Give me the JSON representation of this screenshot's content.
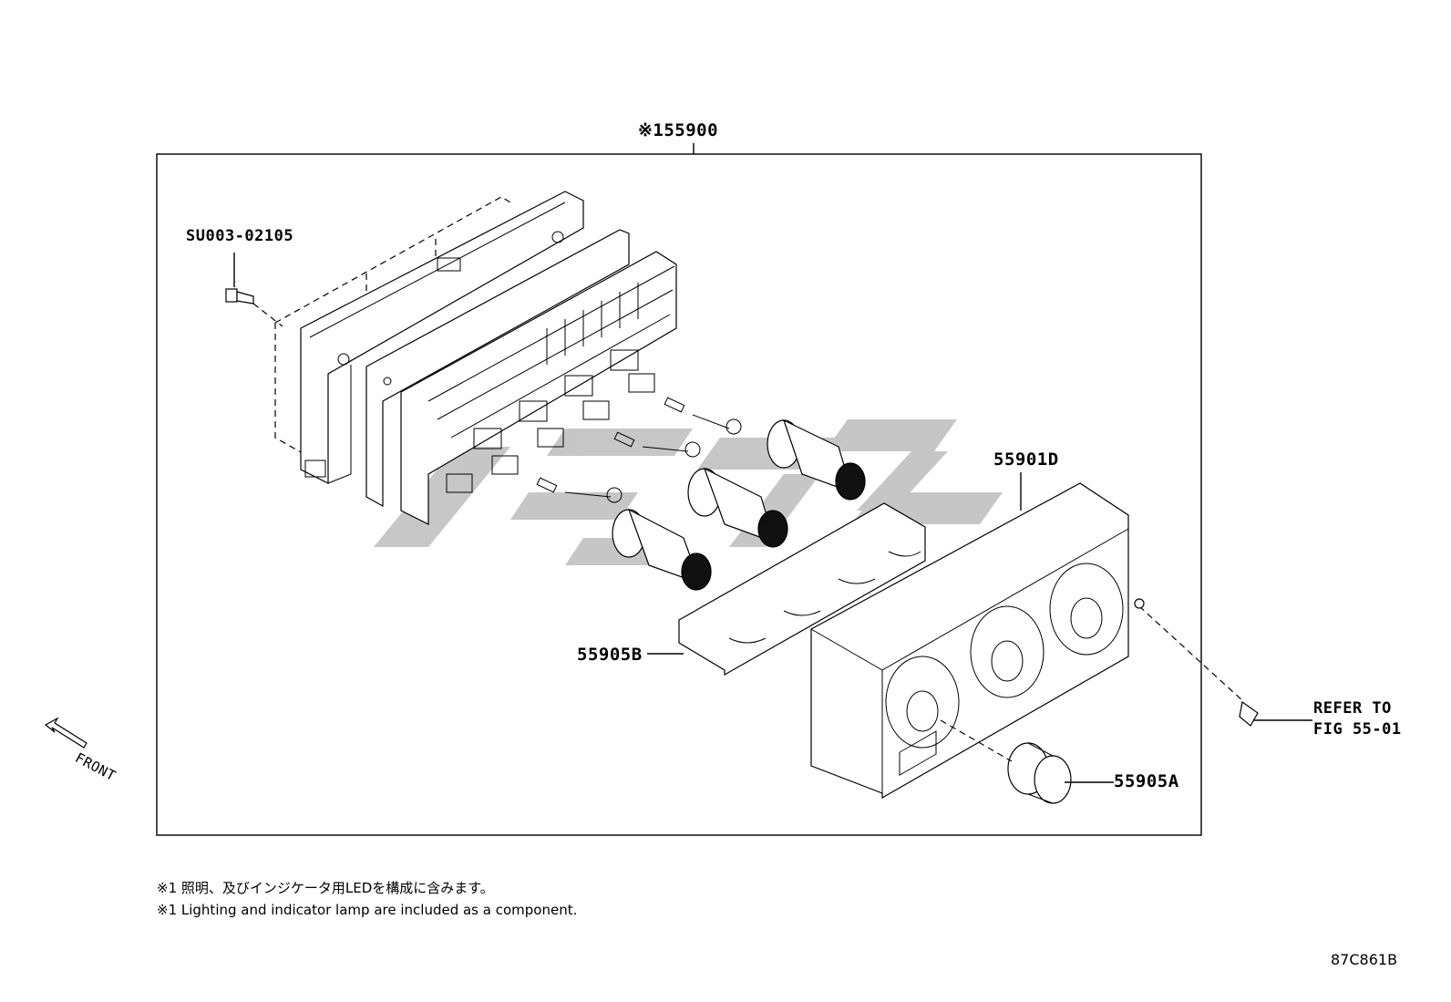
{
  "labels": {
    "assembly": "※155900",
    "screw": "SU003-02105",
    "panel": "55901D",
    "bracket": "55905B",
    "knob": "55905A",
    "refer_line1": "REFER TO",
    "refer_line2": "FIG 55-01",
    "front": "FRONT"
  },
  "notes": {
    "jp": "※1 照明、及びインジケータ用LEDを構成に含みます。",
    "en": "※1 Lighting and indicator lamp are included as a component."
  },
  "figure_code": "87C861B",
  "watermark_color": "#bdbdbd"
}
